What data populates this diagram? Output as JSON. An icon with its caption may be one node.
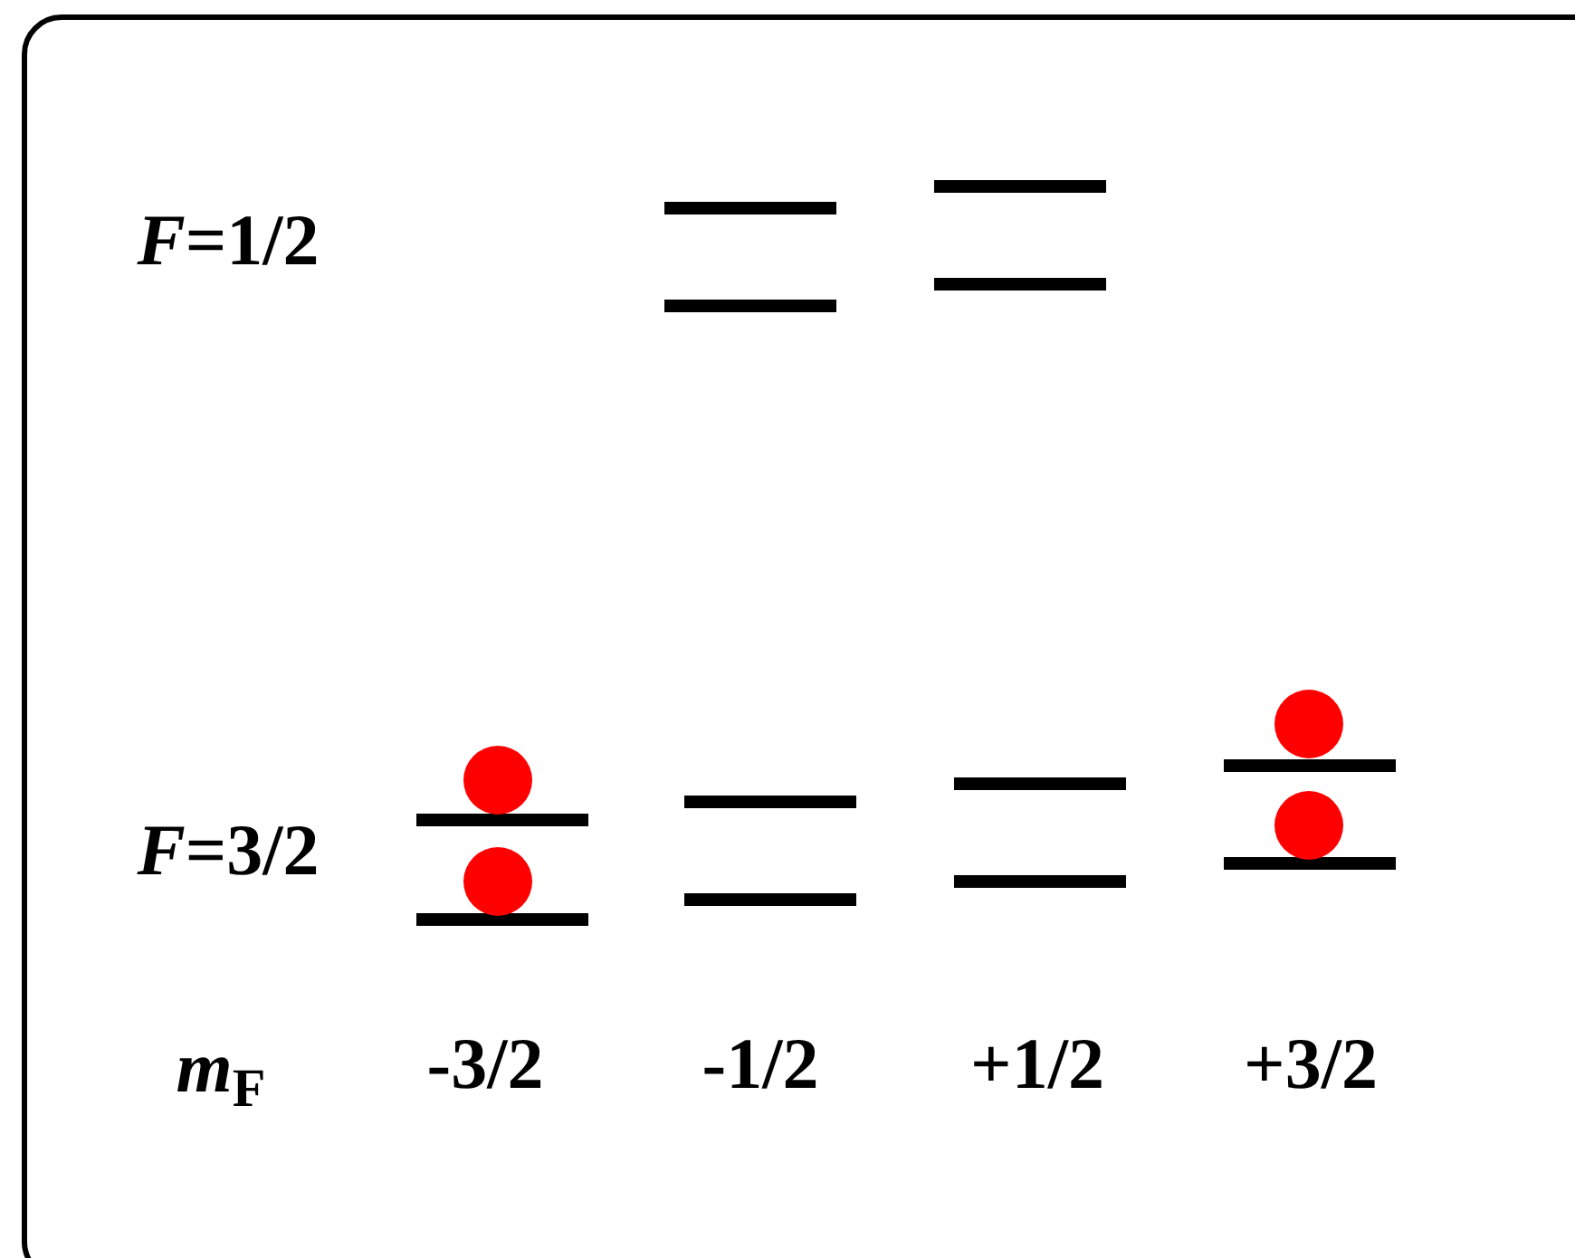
{
  "diagram": {
    "labels": [
      "*F*=1/2",
      "*F*=3/2",
      "*m*$_{F}$",
      "-3/2",
      "-1/2",
      "+1/2",
      "+3/2"
    ]
  }
}
